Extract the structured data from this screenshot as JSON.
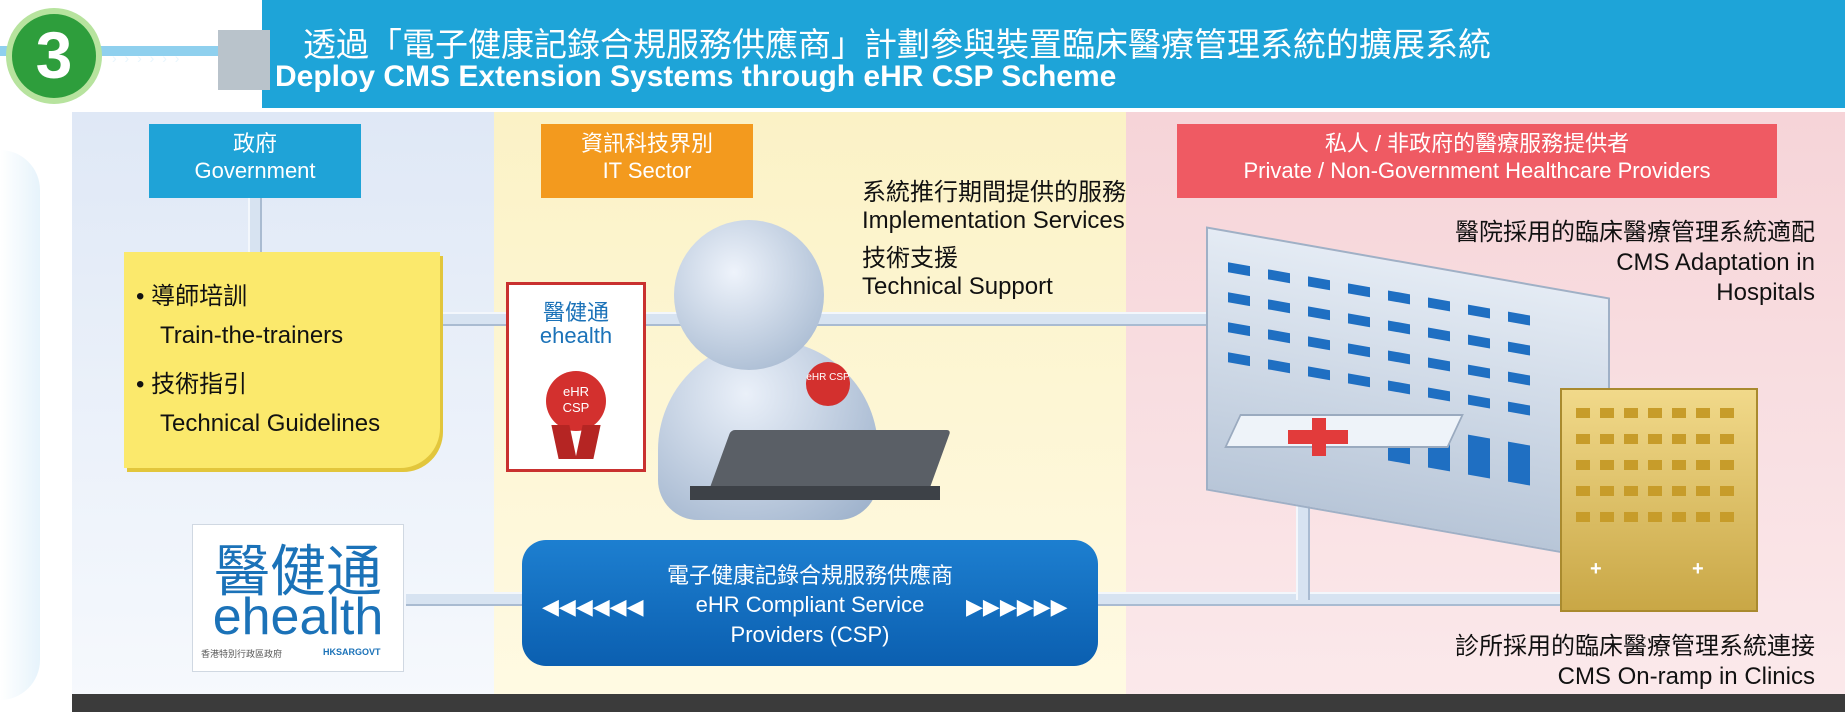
{
  "header": {
    "step_number": "3",
    "title_zh": "透過「電子健康記錄合規服務供應商」計劃參與裝置臨床醫療管理系統的擴展系統",
    "title_en": "Deploy CMS Extension Systems through eHR CSP Scheme"
  },
  "government": {
    "title_zh": "政府",
    "title_en": "Government",
    "items": [
      {
        "zh": "導師培訓",
        "en": "Train-the-trainers"
      },
      {
        "zh": "技術指引",
        "en": "Technical Guidelines"
      }
    ]
  },
  "it_sector": {
    "title_zh": "資訊科技界別",
    "title_en": "IT Sector",
    "services": [
      {
        "zh": "系統推行期間提供的服務",
        "en": "Implementation Services"
      },
      {
        "zh": "技術支援",
        "en": "Technical Support"
      }
    ],
    "certificate": {
      "logo_zh": "醫健通",
      "logo_en": "ehealth",
      "badge": "eHR\nCSP"
    },
    "person_badge": "eHR CSP"
  },
  "private": {
    "title_zh": "私人 / 非政府的醫療服務提供者",
    "title_en": "Private / Non-Government Healthcare Providers",
    "hospitals_zh": "醫院採用的臨床醫療管理系統適配",
    "hospitals_en_1": "CMS Adaptation in",
    "hospitals_en_2": "Hospitals",
    "clinics_zh": "診所採用的臨床醫療管理系統連接",
    "clinics_en": "CMS On-ramp in Clinics"
  },
  "ehealth_logo": {
    "zh": "醫健通",
    "en": "ehealth",
    "foot_zh": "香港特別行政區政府",
    "foot_en": "HKSARGOVT"
  },
  "csp": {
    "zh": "電子健康記錄合規服務供應商",
    "en_1": "eHR Compliant Service",
    "en_2": "Providers (CSP)",
    "left_arrows": "◀◀◀◀◀◀",
    "right_arrows": "▶▶▶▶▶▶"
  },
  "colors": {
    "header_blue": "#1ea4d8",
    "government_blue": "#1fa3d7",
    "it_orange": "#f39a1e",
    "private_red": "#ef5a63",
    "csp_blue": "#0b5fb0",
    "note_yellow": "#fbe96c"
  }
}
